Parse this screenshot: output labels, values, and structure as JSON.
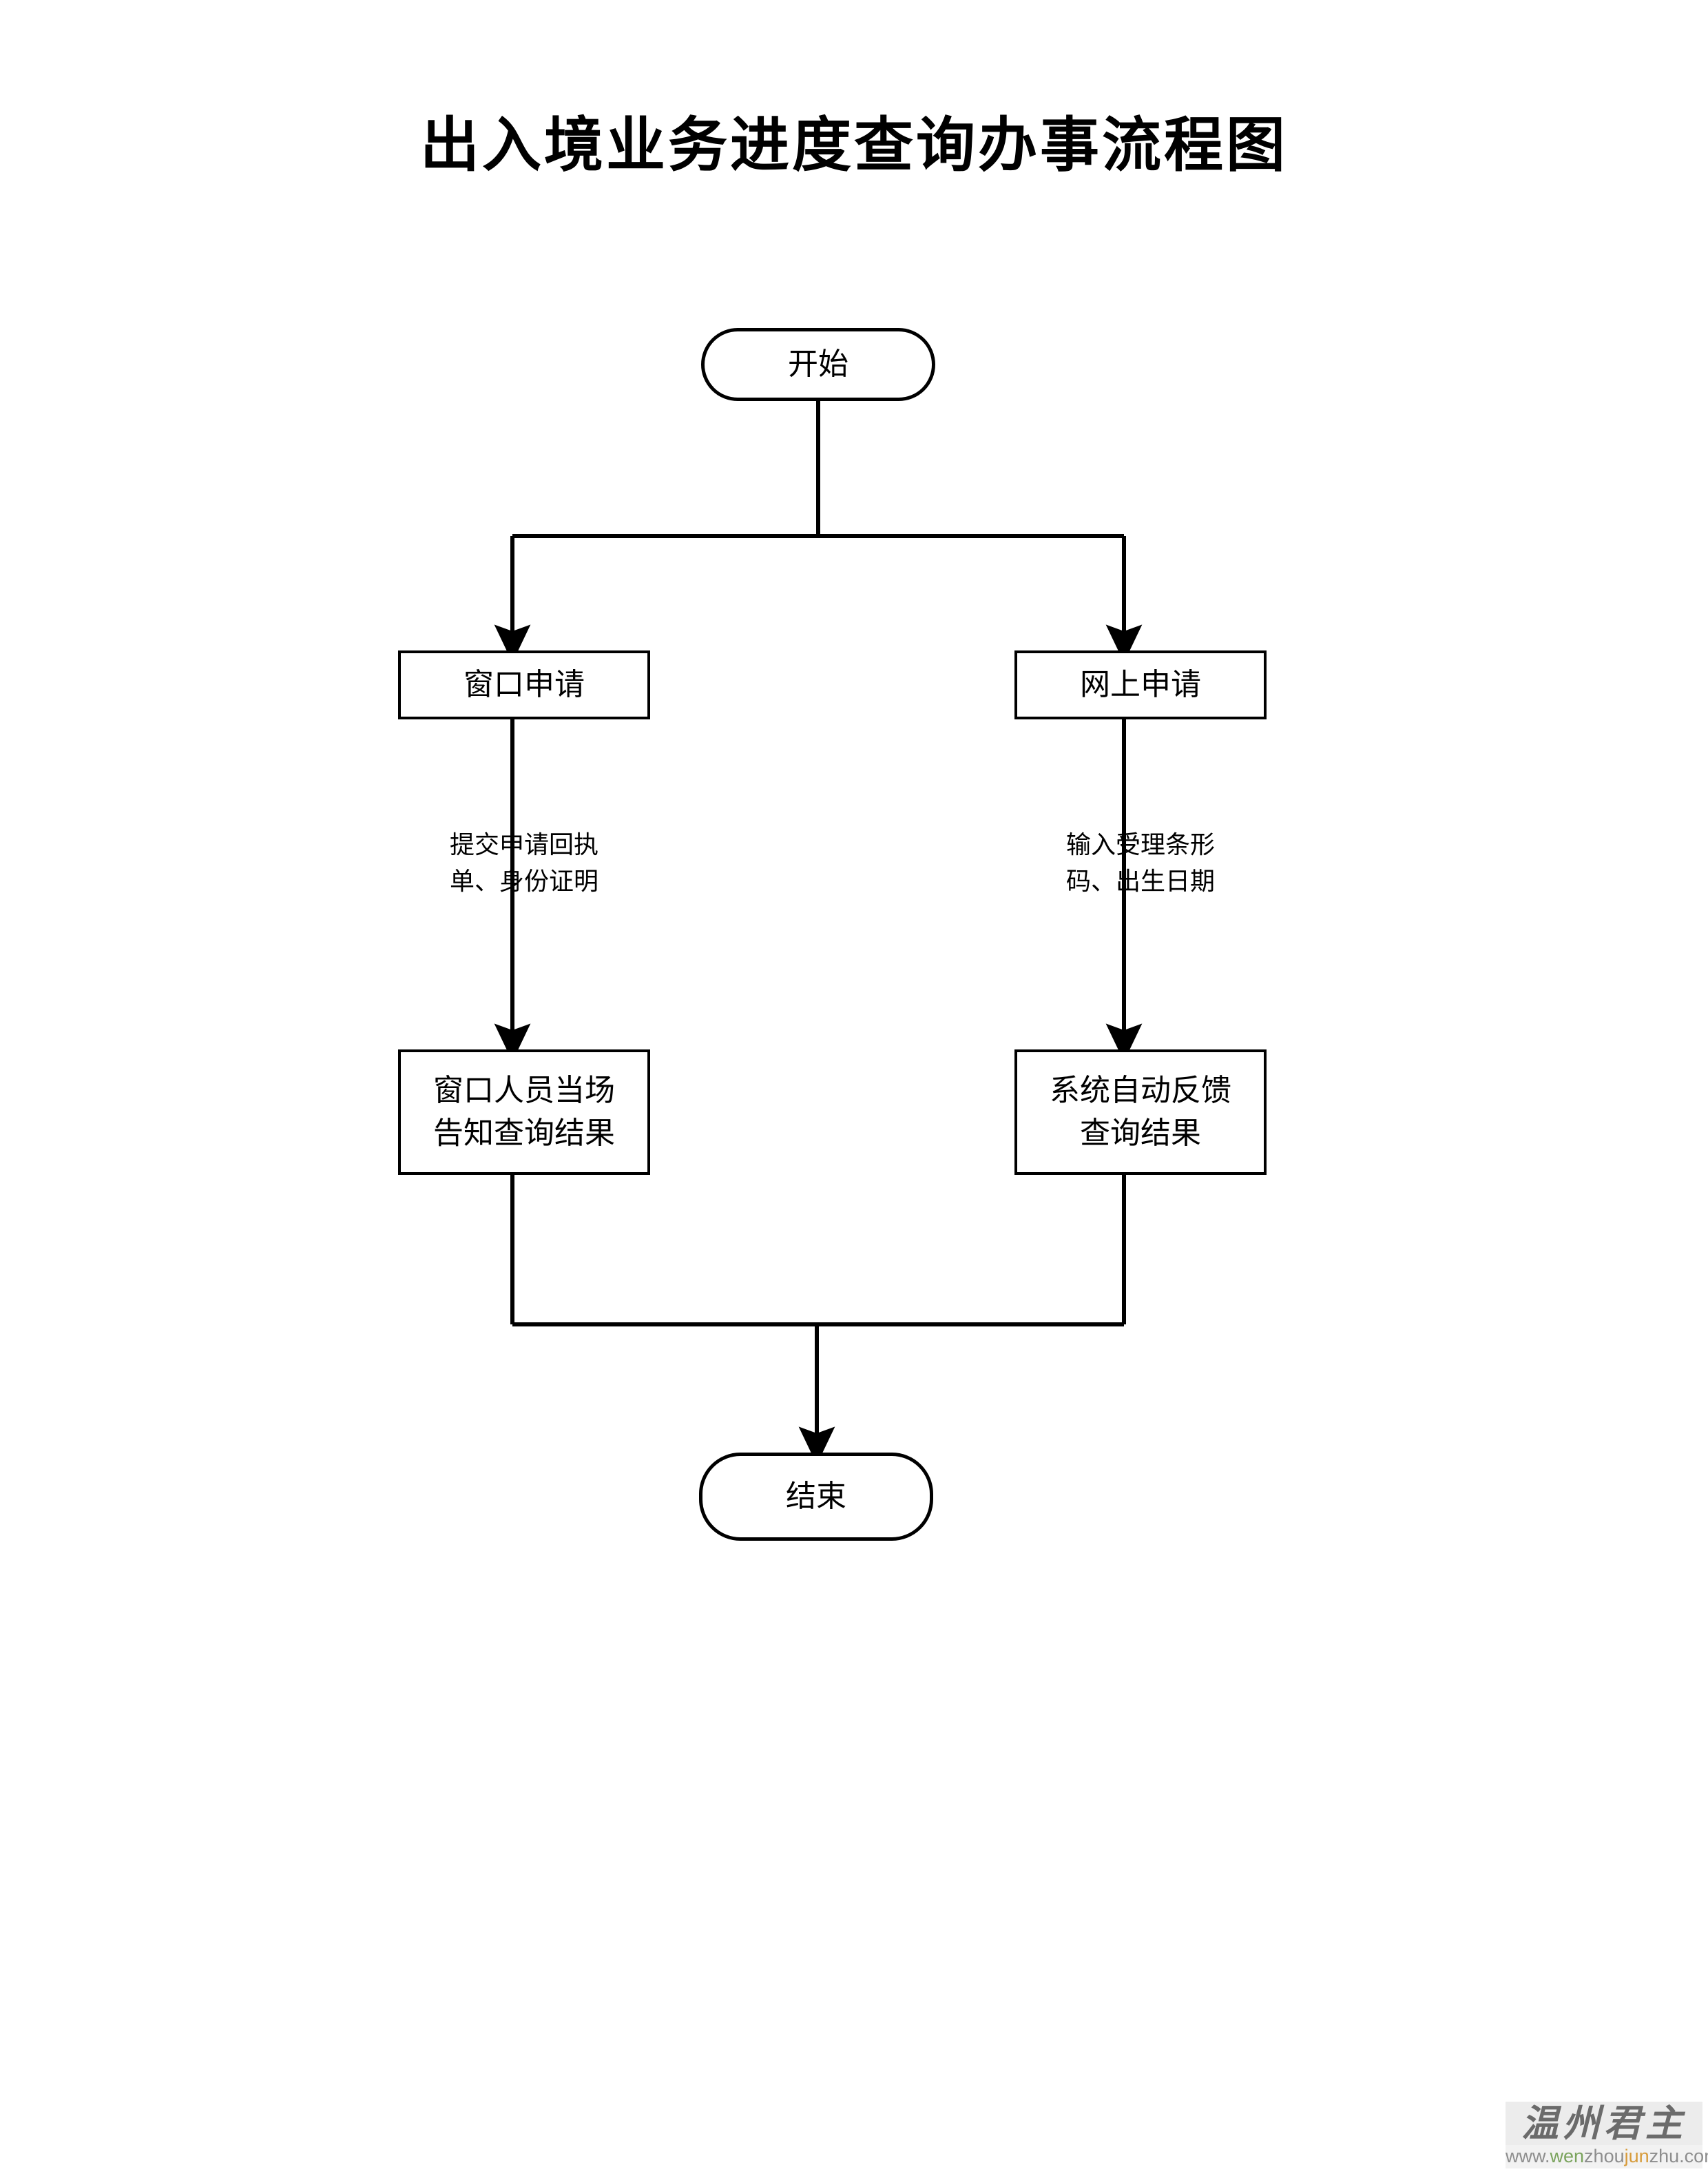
{
  "page": {
    "title": "出入境业务进度查询办事流程图",
    "background_color": "#ffffff",
    "line_color": "#000000"
  },
  "chart_data": {
    "type": "diagram",
    "diagram_type": "flowchart",
    "title": "出入境业务进度查询办事流程图",
    "orientation": "top-to-bottom",
    "nodes": [
      {
        "id": "start",
        "label": "开始",
        "shape": "terminator"
      },
      {
        "id": "window-apply",
        "label": "窗口申请",
        "shape": "process"
      },
      {
        "id": "online-apply",
        "label": "网上申请",
        "shape": "process"
      },
      {
        "id": "window-result",
        "label": "窗口人员当场\n告知查询结果",
        "shape": "process"
      },
      {
        "id": "system-result",
        "label": "系统自动反馈\n查询结果",
        "shape": "process"
      },
      {
        "id": "end",
        "label": "结束",
        "shape": "terminator"
      }
    ],
    "edges": [
      {
        "from": "start",
        "to": "window-apply",
        "label": ""
      },
      {
        "from": "start",
        "to": "online-apply",
        "label": ""
      },
      {
        "from": "window-apply",
        "to": "window-result",
        "label": "提交申请回执\n单、身份证明"
      },
      {
        "from": "online-apply",
        "to": "system-result",
        "label": "输入受理条形\n码、出生日期"
      },
      {
        "from": "window-result",
        "to": "end",
        "label": ""
      },
      {
        "from": "system-result",
        "to": "end",
        "label": ""
      }
    ]
  },
  "nodes": {
    "start": "开始",
    "window_apply": "窗口申请",
    "online_apply": "网上申请",
    "window_result": "窗口人员当场\n告知查询结果",
    "system_result": "系统自动反馈\n查询结果",
    "end": "结束"
  },
  "edge_labels": {
    "left": "提交申请回执\n单、身份证明",
    "right": "输入受理条形\n码、出生日期"
  },
  "watermark": {
    "text": "温州君主",
    "url_prefix": "www.",
    "url_green": "wen",
    "url_mid": "zhou",
    "url_orange": "jun",
    "url_suffix": "zhu.com"
  }
}
